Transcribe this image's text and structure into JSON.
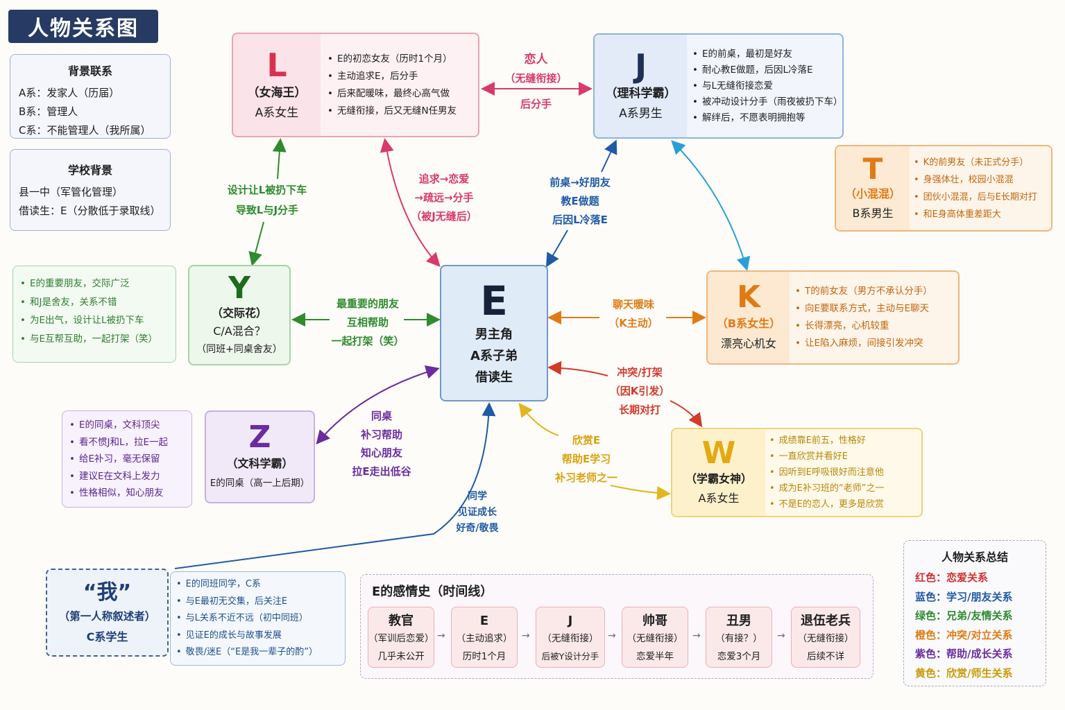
{
  "title": "人物关系图",
  "background_box": {
    "heading": "背景联系",
    "lines": [
      "A系：发家人（历届）",
      "B系：管理人",
      "C系：不能管理人（我所属）"
    ]
  },
  "school_box": {
    "heading": "学校背景",
    "lines": [
      "县一中（军管化管理）",
      "借读生：E（分散低于录取线）"
    ]
  },
  "nodes": {
    "L": {
      "letter": "L",
      "sub": "（女海王）",
      "sub2": "A系女生",
      "bullets": [
        "E的初恋女友（历时1个月）",
        "主动追求E，后分手",
        "后来配暖味，最终心高气做",
        "无缝衔接，后又无缝N任男友"
      ]
    },
    "J": {
      "letter": "J",
      "sub": "（理科学霸）",
      "sub2": "A系男生",
      "bullets": [
        "E的前桌，最初是好友",
        "耐心教E做题，后因L冷落E",
        "与L无缝衔接恋爱",
        "被冲动设计分手（雨夜被扔下车）",
        "解绊后，不愿表明拥抱等"
      ]
    },
    "T": {
      "letter": "T",
      "sub": "（小混混）",
      "sub2": "B系男生",
      "bullets": [
        "K的前男友（未正式分手）",
        "身强体壮，校园小混混",
        "团伙小混混，后与E长期对打",
        "和E身高体重差距大"
      ]
    },
    "K": {
      "letter": "K",
      "sub": "（B系女生）",
      "sub2": "漂亮心机女",
      "bullets": [
        "T的前女友（男方不承认分手）",
        "向E要联系方式，主动与E聊天",
        "长得漂亮，心机较重",
        "让E陷入麻烦，间接引发冲突"
      ]
    },
    "E": {
      "letter": "E",
      "lines": [
        "男主角",
        "A系子弟",
        "借读生"
      ]
    },
    "Y": {
      "letter": "Y",
      "sub": "（交际花）",
      "sub2": "C/A混合？",
      "sub3": "（同班+同桌舍友）",
      "bullets": [
        "E的重要朋友，交际广泛",
        "和J是舍友，关系不错",
        "为E出气，设计让L被扔下车",
        "与E互帮互助，一起打架（笑）"
      ]
    },
    "Z": {
      "letter": "Z",
      "sub": "（文科学霸）",
      "sub2": "E的同桌（高一上后期）",
      "bullets": [
        "E的同桌，文科顶尖",
        "看不惯J和L，拉E一起",
        "给E补习，毫无保留",
        "建议E在文科上发力",
        "性格相似，知心朋友"
      ]
    },
    "W": {
      "letter": "W",
      "sub": "（学霸女神）",
      "sub2": "A系女生",
      "bullets": [
        "成绩靠E前五，性格好",
        "一直欣赏并看好E",
        "因听到E呼吸很好而注意他",
        "成为E补习班的“老师”之一",
        "不是E的恋人，更多是欣赏"
      ]
    },
    "I": {
      "letter": "“我”",
      "sub": "（第一人称叙述者）",
      "sub2": "C系学生",
      "bullets": [
        "E的同班同学，C系",
        "与E最初无交集，后关注E",
        "与L关系不近不远（初中同班）",
        "见证E的成长与故事发展",
        "敬畏/迷E（“E是我一辈子的酌”）"
      ]
    }
  },
  "edge_labels": {
    "LJ": [
      "恋人",
      "（无缝衔接）",
      "后分手"
    ],
    "LY": [
      "设计让L被扔下车",
      "导致L与J分手"
    ],
    "LE": [
      "追求→恋爱",
      "→疏远→分手",
      "（被J无缝后）"
    ],
    "JE": [
      "前桌→好朋友",
      "教E做题",
      "后因L冷落E"
    ],
    "YE": [
      "最重要的朋友",
      "互相帮助",
      "一起打架（笑）"
    ],
    "EK": [
      "聊天暖味",
      "（K主动）"
    ],
    "TW": [
      "冲突/打架",
      "（因K引发）",
      "长期对打"
    ],
    "ZE": [
      "同桌",
      "补习帮助",
      "知心朋友",
      "拉E走出低谷"
    ],
    "WE": [
      "欣赏E",
      "帮助E学习",
      "补习老师之一"
    ],
    "IE": [
      "同学",
      "见证成长",
      "好奇/敬畏"
    ]
  },
  "timeline": {
    "title": "E的感情史（时间线）",
    "items": [
      {
        "name": "教官",
        "line1": "（军训后恋爱）",
        "line2": "几乎未公开"
      },
      {
        "name": "E",
        "line1": "（主动追求）",
        "line2": "历时1个月"
      },
      {
        "name": "J",
        "line1": "（无缝衔接）",
        "line2": "后被Y设计分手"
      },
      {
        "name": "帅哥",
        "line1": "（无缝衔接）",
        "line2": "恋爱半年"
      },
      {
        "name": "丑男",
        "line1": "（有接？）",
        "line2": "恋爱3个月"
      },
      {
        "name": "退伍老兵",
        "line1": "（无缝衔接）",
        "line2": "后续不详"
      }
    ],
    "arrow": "→"
  },
  "legend": {
    "heading": "人物关系总结",
    "rows": [
      {
        "key": "红色：",
        "val": "恋爱关系",
        "color": "#d32f2f"
      },
      {
        "key": "蓝色：",
        "val": "学习/朋友关系",
        "color": "#1f5aa6"
      },
      {
        "key": "绿色：",
        "val": "兄弟/友情关系",
        "color": "#2e8b2e"
      },
      {
        "key": "橙色：",
        "val": "冲突/对立关系",
        "color": "#e07b14"
      },
      {
        "key": "紫色：",
        "val": "帮助/成长关系",
        "color": "#6a2ca0"
      },
      {
        "key": "黄色：",
        "val": "欣赏/师生关系",
        "color": "#c99a06"
      }
    ]
  },
  "colors": {
    "red": "#d83a6a",
    "blue": "#1f5aa6",
    "green": "#2e8b2e",
    "orange": "#e07b14",
    "purple": "#6a2ca0",
    "yellow": "#e3b51e",
    "conflict": "#d23a2a"
  }
}
